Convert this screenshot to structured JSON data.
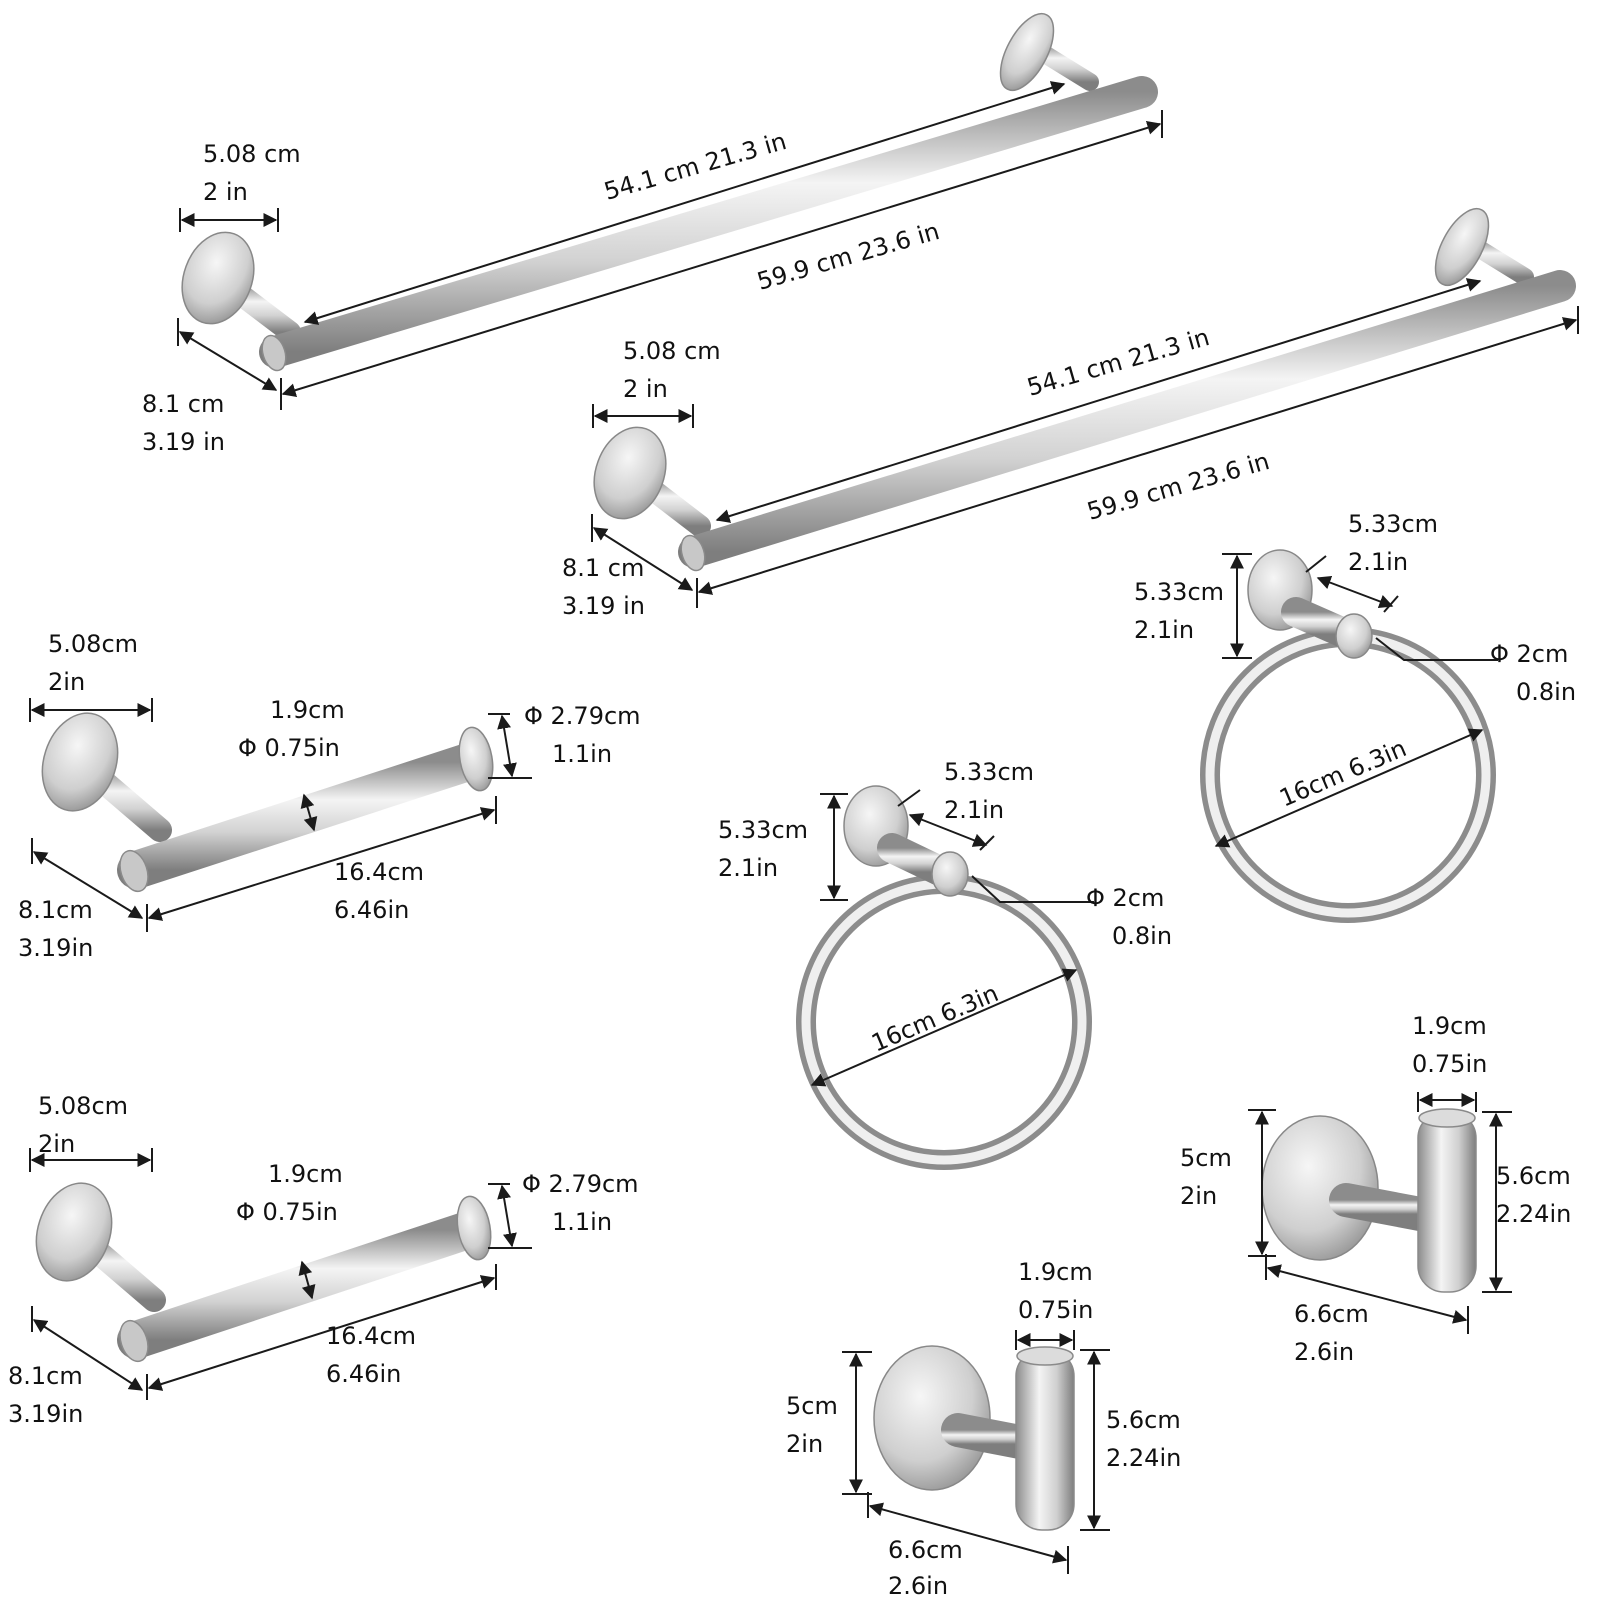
{
  "towel_bar_1": {
    "post_width_cm": "5.08 cm",
    "post_width_in": "2 in",
    "bar_length": "54.1 cm 21.3 in",
    "overall_length": "59.9 cm 23.6 in",
    "projection_cm": "8.1 cm",
    "projection_in": "3.19 in"
  },
  "towel_bar_2": {
    "post_width_cm": "5.08 cm",
    "post_width_in": "2 in",
    "bar_length": "54.1 cm 21.3 in",
    "overall_length": "59.9 cm 23.6 in",
    "projection_cm": "8.1 cm",
    "projection_in": "3.19 in"
  },
  "paper_holder_1": {
    "post_width_cm": "5.08cm",
    "post_width_in": "2in",
    "rod_diameter_cm": "1.9cm",
    "rod_diameter_in": "Φ 0.75in",
    "cap_diameter_cm": "Φ 2.79cm",
    "cap_diameter_in": "1.1in",
    "rod_length_cm": "16.4cm",
    "rod_length_in": "6.46in",
    "projection_cm": "8.1cm",
    "projection_in": "3.19in"
  },
  "paper_holder_2": {
    "post_width_cm": "5.08cm",
    "post_width_in": "2in",
    "rod_diameter_cm": "1.9cm",
    "rod_diameter_in": "Φ 0.75in",
    "cap_diameter_cm": "Φ 2.79cm",
    "cap_diameter_in": "1.1in",
    "rod_length_cm": "16.4cm",
    "rod_length_in": "6.46in",
    "projection_cm": "8.1cm",
    "projection_in": "3.19in"
  },
  "towel_ring_1": {
    "base_height_cm": "5.33cm",
    "base_height_in": "2.1in",
    "projection_cm": "5.33cm",
    "projection_in": "2.1in",
    "ring_rod_cm": "Φ 2cm",
    "ring_rod_in": "0.8in",
    "ring_diameter": "16cm 6.3in"
  },
  "towel_ring_2": {
    "base_height_cm": "5.33cm",
    "base_height_in": "2.1in",
    "projection_cm": "5.33cm",
    "projection_in": "2.1in",
    "ring_rod_cm": "Φ 2cm",
    "ring_rod_in": "0.8in",
    "ring_diameter": "16cm 6.3in"
  },
  "robe_hook_1": {
    "hook_width_cm": "1.9cm",
    "hook_width_in": "0.75in",
    "base_height_cm": "5cm",
    "base_height_in": "2in",
    "hook_height_cm": "5.6cm",
    "hook_height_in": "2.24in",
    "depth_cm": "6.6cm",
    "depth_in": "2.6in"
  },
  "robe_hook_2": {
    "hook_width_cm": "1.9cm",
    "hook_width_in": "0.75in",
    "base_height_cm": "5cm",
    "base_height_in": "2in",
    "hook_height_cm": "5.6cm",
    "hook_height_in": "2.24in",
    "depth_cm": "6.6cm",
    "depth_in": "2.6in"
  },
  "colors": {
    "metal_light": "#f1f1f1",
    "metal_dark": "#9a9a9a",
    "dimension_line": "#1a1a1a"
  }
}
